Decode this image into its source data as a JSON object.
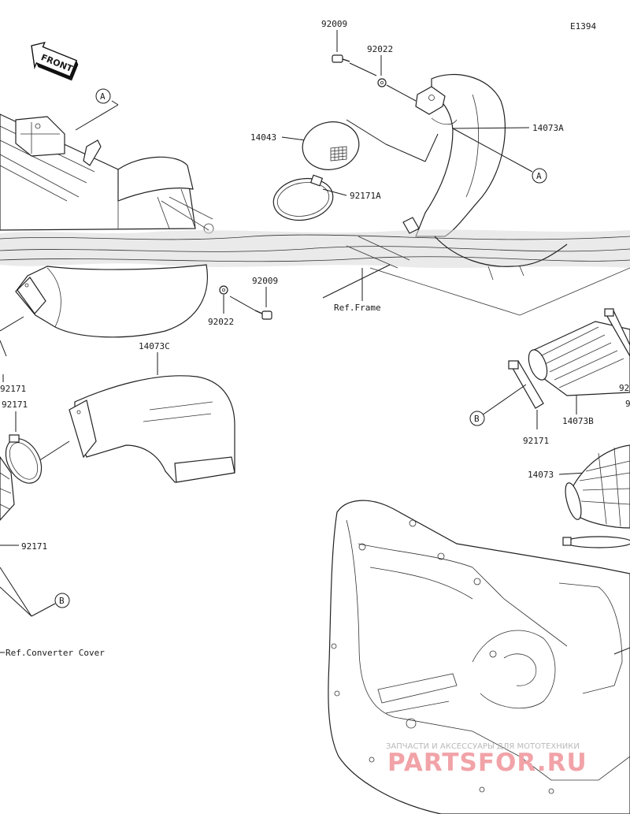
{
  "diagram_id": "E1394",
  "front_label": "FRONT",
  "parts": {
    "p92009_top": "92009",
    "p92022_top": "92022",
    "p14043": "14043",
    "p14073A": "14073A",
    "p92171A": "92171A",
    "p92009_mid": "92009",
    "p92022_mid": "92022",
    "p14073C": "14073C",
    "p14073B": "14073B",
    "p92171_left_a": "92171",
    "p92171_left_b": "92171",
    "p92171_left_c": "92171",
    "p92171_right": "92171",
    "p14073": "14073",
    "p92_cut_a": "92",
    "p92_cut_b": "9"
  },
  "refs": {
    "frame": "Ref.Frame",
    "converter_cover": "Ref.Converter Cover"
  },
  "callouts": {
    "a_top_left": "A",
    "a_right": "A",
    "b_left": "B",
    "b_right": "B"
  },
  "watermark": {
    "line1": "ЗАПЧАСТИ И АКСЕССУАРЫ ДЛЯ МОТОТЕХНИКИ",
    "line2": "PARTSFOR.RU"
  }
}
